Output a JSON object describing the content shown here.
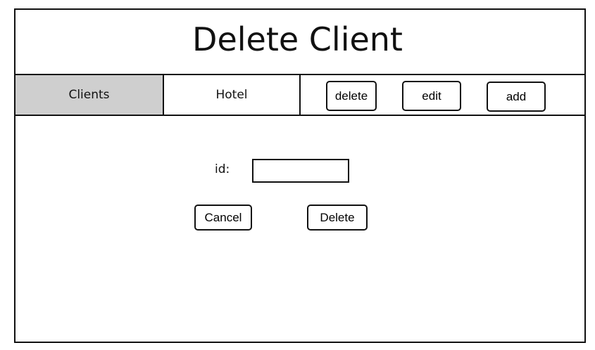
{
  "page": {
    "title": "Delete Client"
  },
  "nav": {
    "tabs": [
      {
        "label": "Clients",
        "active": true
      },
      {
        "label": "Hotel",
        "active": false
      }
    ],
    "actions": {
      "delete_label": "delete",
      "edit_label": "edit",
      "add_label": "add"
    }
  },
  "form": {
    "id_label": "id:",
    "id_value": "",
    "cancel_label": "Cancel",
    "delete_label": "Delete"
  },
  "colors": {
    "active_tab": "#cfcfcf",
    "stroke": "#111111",
    "background": "#ffffff"
  }
}
